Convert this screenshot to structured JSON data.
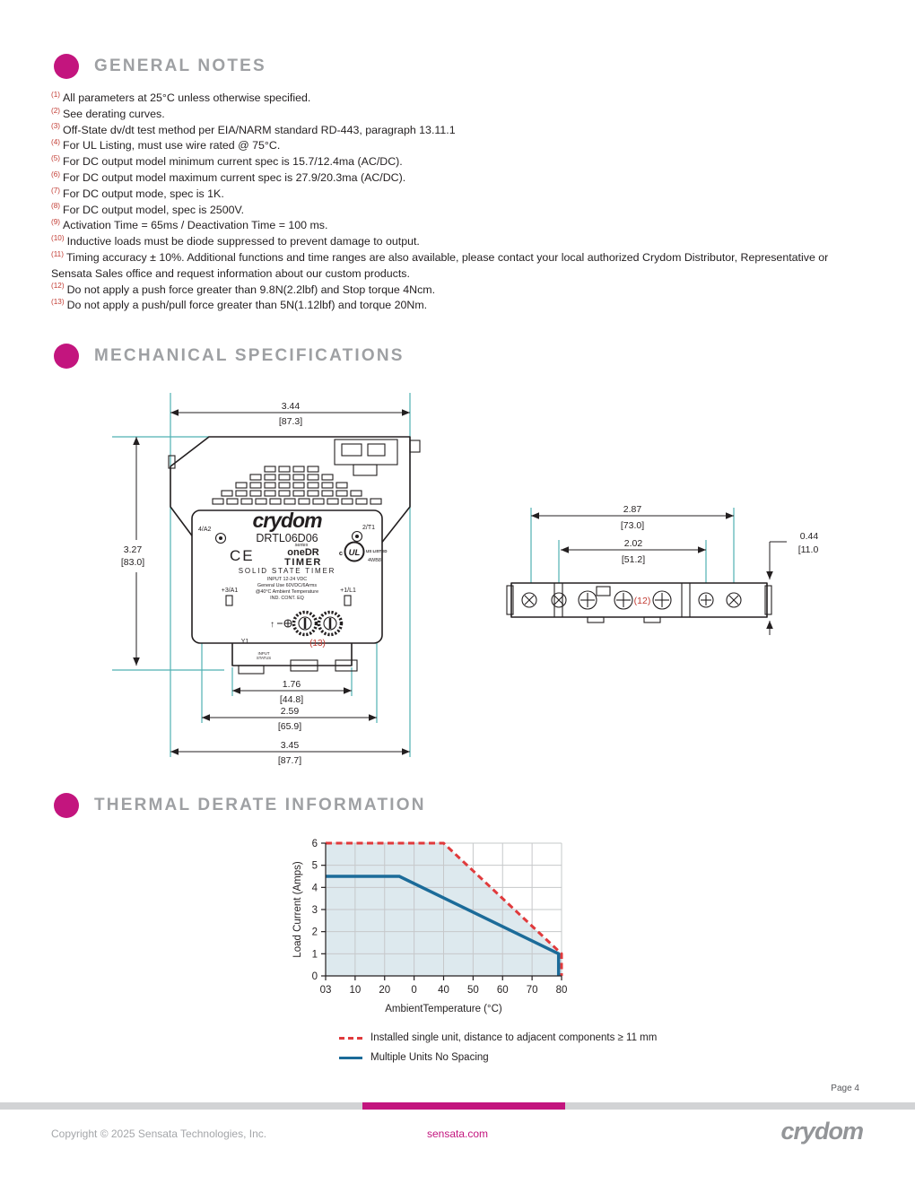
{
  "colors": {
    "accent_magenta": "#c3157e",
    "heading_gray": "#9ea0a3",
    "note_ref_red": "#c23b32",
    "dimension_teal": "#4fb0b2",
    "chart_red": "#e03a3c",
    "chart_blue": "#1b6b99",
    "chart_fill": "#dde9ee",
    "footer_bar_gray": "#d2d3d5"
  },
  "general_notes": {
    "title": "GENERAL NOTES",
    "notes": [
      {
        "num": "(1)",
        "text": "All parameters at 25°C unless otherwise specified."
      },
      {
        "num": "(2)",
        "text": "See derating curves."
      },
      {
        "num": "(3)",
        "text": "Off-State dv/dt test method per EIA/NARM standard RD-443, paragraph 13.11.1"
      },
      {
        "num": "(4)",
        "text": "For UL Listing, must use wire rated @ 75°C."
      },
      {
        "num": "(5)",
        "text": "For DC output model minimum current spec is 15.7/12.4ma (AC/DC)."
      },
      {
        "num": "(6)",
        "text": "For DC output model maximum current spec is 27.9/20.3ma (AC/DC)."
      },
      {
        "num": "(7)",
        "text": "For DC output mode, spec is 1K."
      },
      {
        "num": "(8)",
        "text": "For DC output model, spec is 2500V."
      },
      {
        "num": "(9)",
        "text": "Activation Time = 65ms / Deactivation Time = 100 ms."
      },
      {
        "num": "(10)",
        "text": "Inductive loads must be diode suppressed to prevent damage to output."
      },
      {
        "num": "(11)",
        "text": "Timing accuracy ± 10%. Additional functions and time ranges are also available, please contact your local authorized Crydom Distributor, Representative or Sensata Sales office and request information about our custom products."
      },
      {
        "num": "(12)",
        "text": "Do not apply a push force greater than 9.8N(2.2lbf) and Stop torque 4Ncm."
      },
      {
        "num": "(13)",
        "text": "Do not apply a push/pull force greater than 5N(1.12lbf) and torque 20Nm."
      }
    ]
  },
  "mechanical": {
    "title": "MECHANICAL SPECIFICATIONS",
    "front_view": {
      "dims": {
        "width_top_in": "3.44",
        "width_top_mm": "[87.3]",
        "height_in": "3.27",
        "height_mm": "[83.0]",
        "bottom_inner_in": "1.76",
        "bottom_inner_mm": "[44.8]",
        "bottom_mid_in": "2.59",
        "bottom_mid_mm": "[65.9]",
        "bottom_outer_in": "3.45",
        "bottom_outer_mm": "[87.7]"
      },
      "labels": {
        "terminal_top_left": "4/A2",
        "terminal_top_right": "2/T1",
        "terminal_bottom_left": "+3/A1",
        "terminal_bottom_right": "+1/L1",
        "terminal_y1": "Y1",
        "brand": "crydom",
        "model": "DRTL06D06",
        "ce_mark": "CE",
        "series_top": "series",
        "series_mid": "oneDR",
        "series_bottom": "TIMER",
        "ul_c": "c",
        "ul_logo": "UL",
        "ul_listed": "US LISTED",
        "ul_file": "4WB8",
        "product_type": "SOLID STATE TIMER",
        "spec_line_1": "INPUT 12-24 VDC",
        "spec_line_2": "General Use 60VDC/6Arms",
        "spec_line_3": "@40°C Ambient Temperature",
        "spec_line_4": "IND. CONT. EQ",
        "input_status_1": "INPUT",
        "input_status_2": "STATUS",
        "note_ref_13": "(13)",
        "adjust_arrow": "↑"
      }
    },
    "top_view": {
      "dims": {
        "outer_in": "2.87",
        "outer_mm": "[73.0]",
        "inner_in": "2.02",
        "inner_mm": "[51.2]",
        "height_in": "0.44",
        "height_mm": "[11.0"
      },
      "note_ref_12": "(12)"
    }
  },
  "thermal": {
    "title": "THERMAL DERATE INFORMATION"
  },
  "chart_data": {
    "type": "line",
    "title": "",
    "xlabel": "AmbientTemperature (°C)",
    "ylabel": "Load Current (Amps)",
    "xlim": [
      0,
      80
    ],
    "ylim": [
      0,
      6
    ],
    "x_ticks": [
      0,
      10,
      20,
      30,
      40,
      50,
      60,
      70,
      80
    ],
    "x_tick_labels": [
      "03",
      "10",
      "20",
      "0",
      "40",
      "50",
      "60",
      "70",
      "80"
    ],
    "y_ticks": [
      0,
      1,
      2,
      3,
      4,
      5,
      6
    ],
    "grid": true,
    "fill_under_first_series": true,
    "fill_color": "#dde9ee",
    "legend_position": "below",
    "series": [
      {
        "name": "Installed single unit, distance to adjacent components ≥ 11 mm",
        "style": "dashed",
        "color": "#e03a3c",
        "points": [
          [
            0,
            6
          ],
          [
            40,
            6
          ],
          [
            80,
            1
          ],
          [
            80,
            0
          ]
        ]
      },
      {
        "name": "Multiple Units No Spacing",
        "style": "solid",
        "color": "#1b6b99",
        "points": [
          [
            0,
            4.5
          ],
          [
            25,
            4.5
          ],
          [
            79,
            1
          ],
          [
            79,
            0
          ]
        ]
      }
    ]
  },
  "footer": {
    "page_label": "Page 4",
    "copyright": "Copyright © 2025 Sensata Technologies, Inc.",
    "website": "sensata.com",
    "brand": "crydom"
  }
}
